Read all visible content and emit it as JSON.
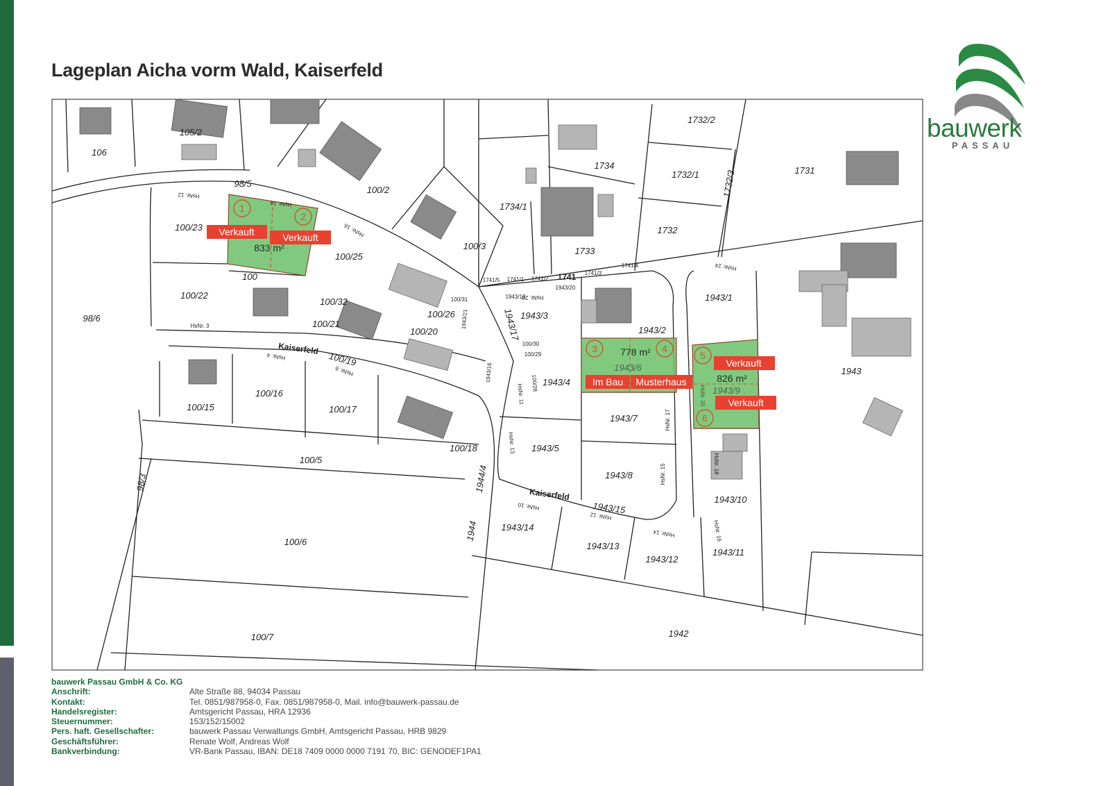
{
  "title": "Lageplan Aicha vorm Wald, Kaiserfeld",
  "logo": {
    "word": "bauwerk",
    "sub": "PASSAU"
  },
  "colors": {
    "brand_green": "#1f6b3c",
    "sold_red": "#e8412f",
    "lot_green": "#6cbf6a",
    "sidebar_gray": "#5e5f6b"
  },
  "parcels": [
    "106",
    "105/2",
    "98/5",
    "100/2",
    "1734/1",
    "1734",
    "1732/2",
    "1732/1",
    "1732/3",
    "1731",
    "1732",
    "1733",
    "100/3",
    "100/23",
    "100/25",
    "100",
    "100/22",
    "98/6",
    "100/32",
    "100/21",
    "100/26",
    "1943/3",
    "1943/17",
    "1943/2",
    "1943/1",
    "100/20",
    "100/19",
    "100/30",
    "100/29",
    "1943/4",
    "1943/6",
    "1943/9",
    "1943",
    "100/15",
    "100/16",
    "100/17",
    "100/18",
    "1943/7",
    "1943/5",
    "100/5",
    "1943/8",
    "98/3",
    "1944/4",
    "1943/15",
    "1943/10",
    "100/6",
    "1944",
    "1943/14",
    "1943/13",
    "1943/12",
    "1943/11",
    "100/7",
    "1942",
    "1741",
    "1741/5",
    "1741/1",
    "1741/2",
    "1741/3",
    "1741/4",
    "1943/18",
    "1943/20",
    "100/31",
    "1943/21",
    "1943/16",
    "100/28"
  ],
  "streets": [
    "Kaiserfeld",
    "Kaiserfeld"
  ],
  "house_numbers": [
    "HsNr. 12",
    "HsNr. 14",
    "HsNr. 16",
    "HsNr. 3",
    "HsNr. 4",
    "HsNr. 6",
    "HsNr. 20",
    "HsNr. 24",
    "HsNr. 11",
    "HsNr. 13",
    "HsNr. 17",
    "HsNr. 15",
    "HsNr. 10",
    "HsNr. 12",
    "HsNr. 14",
    "HsNr. 16",
    "HsNr. 18",
    "HsNr. 20"
  ],
  "lots": [
    {
      "numbers": [
        "1",
        "2"
      ],
      "area": "833 m²",
      "status": [
        "Verkauft",
        "Verkauft"
      ]
    },
    {
      "numbers": [
        "3",
        "4"
      ],
      "area": "778 m²",
      "status": [
        "Im Bau",
        "Musterhaus"
      ]
    },
    {
      "numbers": [
        "5",
        "6"
      ],
      "area": "826 m²",
      "status": [
        "Verkauft",
        "Verkauft"
      ]
    }
  ],
  "footer": {
    "company": "bauwerk Passau GmbH & Co. KG",
    "rows": [
      {
        "k": "Anschrift:",
        "v": "Alte Straße 88, 94034 Passau"
      },
      {
        "k": "Kontakt:",
        "v": "Tel. 0851/987958-0, Fax. 0851/987958-0, Mail. info@bauwerk-passau.de"
      },
      {
        "k": "Handelsregister:",
        "v": "Amtsgericht Passau, HRA 12936"
      },
      {
        "k": "Steuernummer:",
        "v": "153/152/15002"
      },
      {
        "k": "Pers. haft. Gesellschafter:",
        "v": "bauwerk Passau Verwaltungs GmbH, Amtsgericht Passau, HRB 9829"
      },
      {
        "k": "Geschäftsführer:",
        "v": "Renate Wolf, Andreas Wolf"
      },
      {
        "k": "Bankverbindung:",
        "v": "VR-Bank Passau, IBAN: DE18 7409 0000 0000 7191 70, BIC: GENODEF1PA1"
      }
    ]
  }
}
